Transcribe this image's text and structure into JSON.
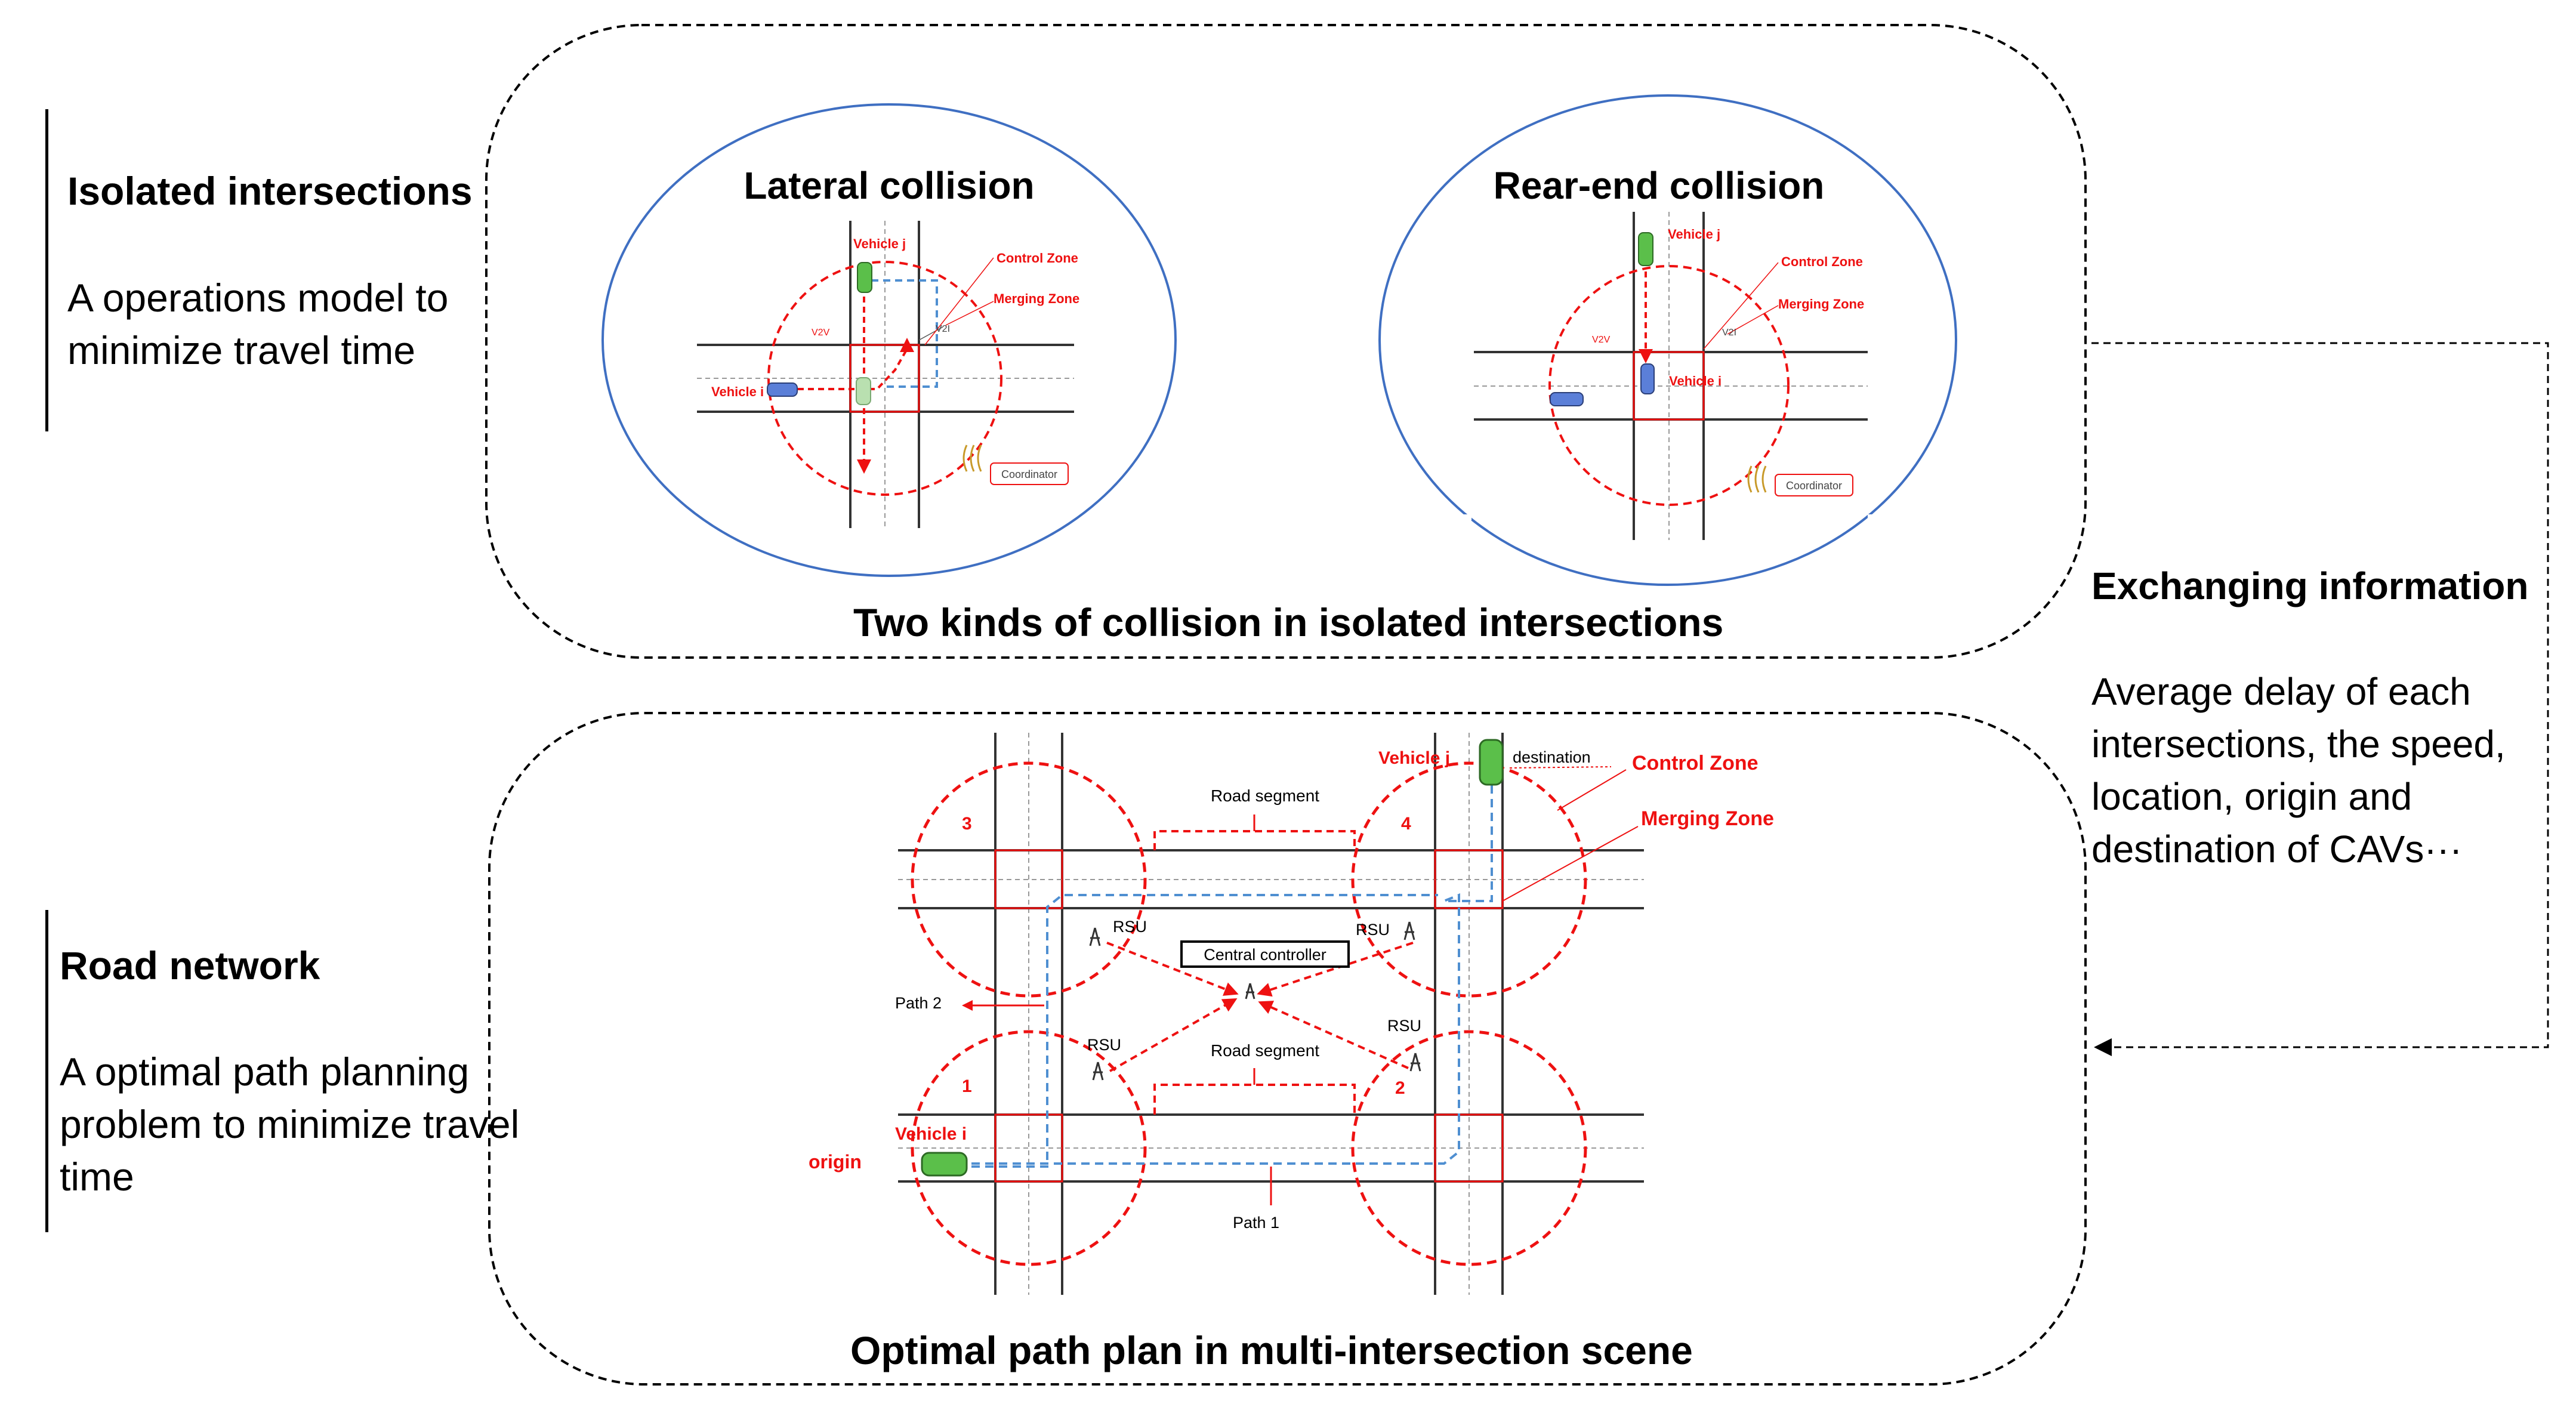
{
  "left_panel": {
    "isolated": {
      "title": "Isolated intersections",
      "body": "A operations model to minimize travel time"
    },
    "network": {
      "title": "Road network",
      "body": "A optimal path planning problem to minimize travel time"
    }
  },
  "right_panel": {
    "title": "Exchanging information",
    "body": "Average delay of each intersections, the speed, location, origin and destination of CAVs···"
  },
  "top_box": {
    "caption": "Two kinds of collision in isolated intersections",
    "lateral": {
      "title": "Lateral collision",
      "vehicle_j": "Vehicle j",
      "vehicle_i": "Vehicle i",
      "control_zone": "Control Zone",
      "merging_zone": "Merging Zone",
      "coordinator": "Coordinator",
      "v2v": "V2V",
      "v2i": "V2I"
    },
    "rear_end": {
      "title": "Rear-end collision",
      "vehicle_j": "Vehicle j",
      "vehicle_i": "Vehicle i",
      "control_zone": "Control Zone",
      "merging_zone": "Merging Zone",
      "coordinator": "Coordinator",
      "v2v": "V2V",
      "v2i": "V2I"
    }
  },
  "bottom_box": {
    "caption": "Optimal path plan in multi-intersection scene",
    "labels": {
      "vehicle_j": "Vehicle j",
      "destination": "destination",
      "control_zone": "Control Zone",
      "merging_zone": "Merging Zone",
      "road_segment_top": "Road segment",
      "road_segment_mid": "Road segment",
      "central_controller": "Central controller",
      "rsu_1": "RSU",
      "rsu_2": "RSU",
      "rsu_3": "RSU",
      "rsu_4": "RSU",
      "path_2": "Path 2",
      "path_1": "Path 1",
      "vehicle_i": "Vehicle i",
      "origin": "origin",
      "n1": "1",
      "n2": "2",
      "n3": "3",
      "n4": "4"
    }
  },
  "colors": {
    "red": "#ee1111",
    "blue": "#4f8fd1",
    "ellipse": "#3f6fc2",
    "car_green": "#5bbf4a",
    "car_blue": "#5b7fd8"
  }
}
